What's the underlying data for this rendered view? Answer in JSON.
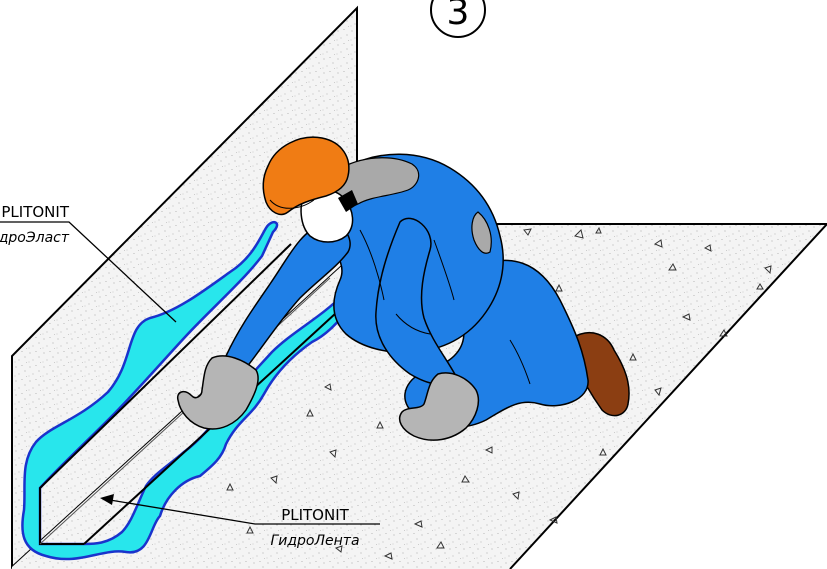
{
  "step_number": "3",
  "label_top": {
    "line1": "PLITONIT",
    "line2": "ГидроЭласт"
  },
  "label_bottom": {
    "line1": "PLITONIT",
    "line2": "ГидроЛента"
  },
  "colors": {
    "suit": "#1f7fe6",
    "suit_dark": "#1458b8",
    "helmet": "#f07c14",
    "collar_gray": "#a9a9a9",
    "gloves": "#b5b5b5",
    "boots": "#8b3e12",
    "mastic": "#28e6ec",
    "mastic_edge": "#1a33cc",
    "concrete": "#f3f3f3"
  },
  "icons": [
    "step-number-circle",
    "worker-figure",
    "hard-hat",
    "concrete-wall",
    "concrete-floor",
    "leader-arrow"
  ]
}
